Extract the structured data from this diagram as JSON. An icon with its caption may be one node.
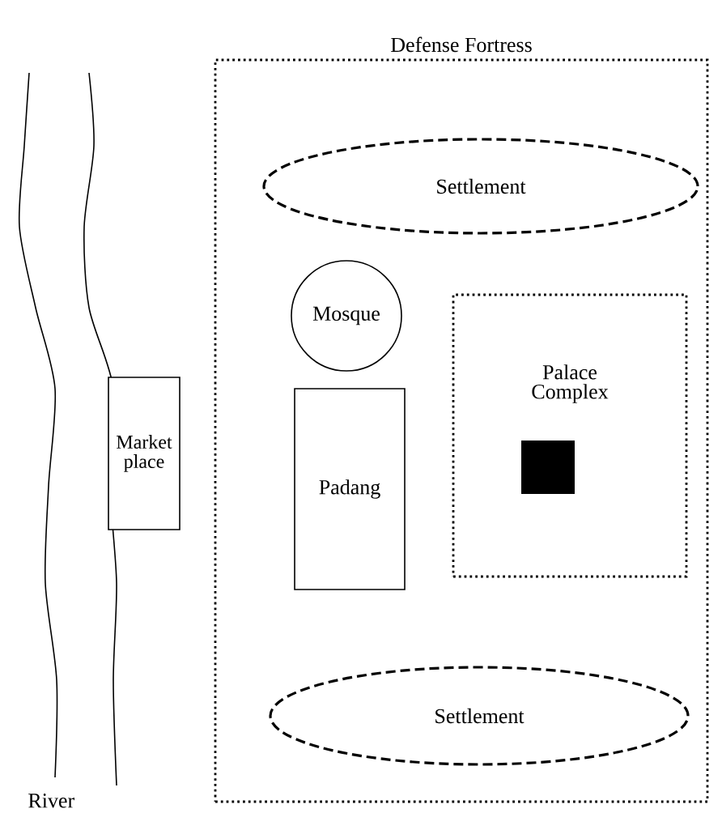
{
  "diagram": {
    "nodes": [
      {
        "text": [
          "Defense Fortress"
        ]
      },
      {
        "text": [
          "Settlement"
        ],
        "in": 0
      },
      {
        "text": [
          "Mosque"
        ],
        "in": 0
      },
      {
        "text": [
          "Palace Complex"
        ],
        "in": 0
      },
      {
        "text": [
          "Padang"
        ],
        "in": 0
      },
      {
        "text": [
          "Settlement"
        ],
        "in": 0
      },
      {
        "text": [
          "Market place"
        ]
      }
    ],
    "labels": [
      "River"
    ]
  }
}
